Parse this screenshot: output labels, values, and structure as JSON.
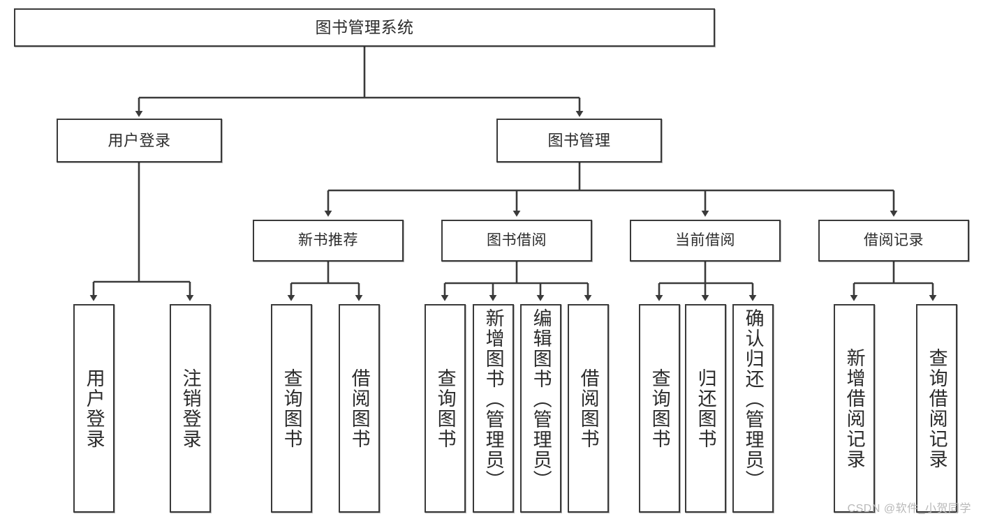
{
  "diagram": {
    "title": "图书管理系统",
    "watermark": "CSDN @软件_小贺同学",
    "line_color": "#3a3a3a",
    "box_fill": "#ffffff",
    "text_color": "#2b2b2b",
    "nodes": {
      "root": "图书管理系统",
      "level1": {
        "user_login": "用户登录",
        "book_manage": "图书管理"
      },
      "level2": {
        "new_book_rec": "新书推荐",
        "book_borrow": "图书借阅",
        "current_borrow": "当前借阅",
        "borrow_record": "借阅记录"
      },
      "leaves": {
        "user_login_1": "用户登录",
        "user_login_2": "注销登录",
        "new_book_rec_1": "查询图书",
        "new_book_rec_2": "借阅图书",
        "book_borrow_1": "查询图书",
        "book_borrow_2": "新增图书（管理员）",
        "book_borrow_3": "编辑图书（管理员）",
        "book_borrow_4": "借阅图书",
        "current_borrow_1": "查询图书",
        "current_borrow_2": "归还图书",
        "current_borrow_3": "确认归还（管理员）",
        "borrow_record_1": "新增借阅记录",
        "borrow_record_2": "查询借阅记录"
      }
    },
    "chart_data": {
      "type": "tree",
      "title": "图书管理系统",
      "orientation": "top-down",
      "edge_style": "orthogonal-with-arrowheads",
      "tree": {
        "label": "图书管理系统",
        "children": [
          {
            "label": "用户登录",
            "children": [
              {
                "label": "用户登录",
                "children": []
              },
              {
                "label": "注销登录",
                "children": []
              }
            ]
          },
          {
            "label": "图书管理",
            "children": [
              {
                "label": "新书推荐",
                "children": [
                  {
                    "label": "查询图书",
                    "children": []
                  },
                  {
                    "label": "借阅图书",
                    "children": []
                  }
                ]
              },
              {
                "label": "图书借阅",
                "children": [
                  {
                    "label": "查询图书",
                    "children": []
                  },
                  {
                    "label": "新增图书（管理员）",
                    "children": []
                  },
                  {
                    "label": "编辑图书（管理员）",
                    "children": []
                  },
                  {
                    "label": "借阅图书",
                    "children": []
                  }
                ]
              },
              {
                "label": "当前借阅",
                "children": [
                  {
                    "label": "查询图书",
                    "children": []
                  },
                  {
                    "label": "归还图书",
                    "children": []
                  },
                  {
                    "label": "确认归还（管理员）",
                    "children": []
                  }
                ]
              },
              {
                "label": "借阅记录",
                "children": [
                  {
                    "label": "新增借阅记录",
                    "children": []
                  },
                  {
                    "label": "查询借阅记录",
                    "children": []
                  }
                ]
              }
            ]
          }
        ]
      }
    }
  }
}
